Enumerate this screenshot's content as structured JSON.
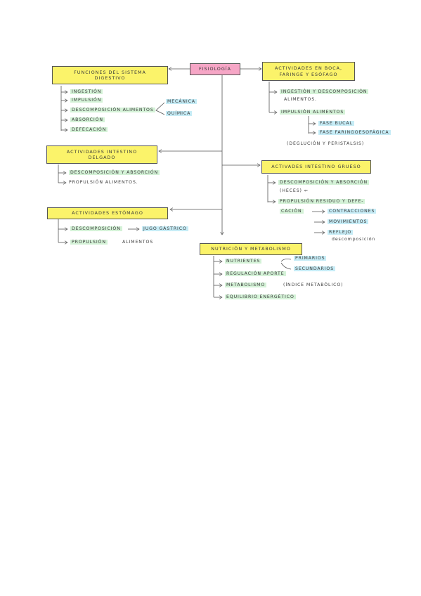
{
  "center": {
    "title": "Fisiología"
  },
  "funciones": {
    "title": "Funciones del sistema digestivo",
    "items": [
      "Ingestión",
      "Impulsión",
      "Descomposición alimentos",
      "Absorción",
      "Defecación"
    ],
    "sub": [
      "Mecánica",
      "Química"
    ]
  },
  "boca": {
    "title": "Actividades en boca, faringe y esófago",
    "item1": "Ingestión y descomposición",
    "item1_cont": "alimentos.",
    "item2": "Impulsión alimentos",
    "sub": [
      "Fase bucal",
      "Fase faringoesofágica"
    ],
    "note": "(Deglución y peristalsis)"
  },
  "delgado": {
    "title": "Actividades intestino delgado",
    "items": [
      "Descomposición y absorción",
      "Propulsión alimentos."
    ]
  },
  "grueso": {
    "title": "Activades intestino grueso",
    "item1": "Descomposición y absorción",
    "item1_cont": "(heces) ⇐",
    "item2": "Propulsión residuo y defe-",
    "item2_cont": "cación",
    "sub": [
      "Contracciones",
      "Movimientos",
      "Reflejo"
    ],
    "note": "descomposición"
  },
  "estomago": {
    "title": "Actividades estómago",
    "item1": "Descomposición",
    "item1_target": "Jugo gástrico",
    "item2": "Propulsión",
    "item2_cont": "alimentos"
  },
  "nutricion": {
    "title": "Nutrición y metabolismo",
    "items": [
      "Nutrientes",
      "Regulación aporte",
      "Metabolismo",
      "Equilibrio energético"
    ],
    "metabolismo_note": "(índice metabólico)",
    "sub": [
      "Primarios",
      "Secundarios"
    ]
  }
}
